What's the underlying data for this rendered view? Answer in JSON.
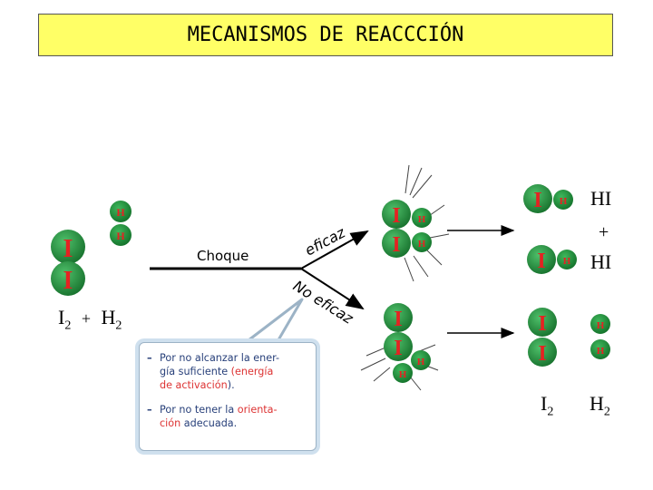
{
  "title": "MECANISMOS DE REACCCIÓN",
  "colors": {
    "title_bg": "#ffff66",
    "iodine_atom": "#1f8a3a",
    "iodine_letter": "#e52222",
    "hydrogen_atom": "#1f8a3a",
    "callout_text": "#28407a",
    "callout_highlight": "#d33333"
  },
  "atoms": {
    "iodine": "I",
    "hydrogen": "H"
  },
  "labels": {
    "collision": "Choque",
    "effective": "eficaz",
    "not_effective": "No eficaz",
    "plus": "+"
  },
  "reactants": {
    "i2": "I",
    "i2_sub": "2",
    "plus": "+",
    "h2": "H",
    "h2_sub": "2"
  },
  "products_effective": {
    "hi_1": "HI",
    "plus": "+",
    "hi_2": "HI"
  },
  "products_not_effective": {
    "i2": "I",
    "i2_sub": "2",
    "h2": "H",
    "h2_sub": "2"
  },
  "callout": {
    "item1_line1": "Por no alcanzar la ener-",
    "item1_line2_a": "gía suficiente ",
    "item1_line2_b": "(energía",
    "item1_line3_a": "de activación",
    "item1_line3_b": ").",
    "item2_line1_a": "Por no tener la ",
    "item2_line1_b": "orienta-",
    "item2_line2_a": "ción",
    "item2_line2_b": " adecuada."
  }
}
